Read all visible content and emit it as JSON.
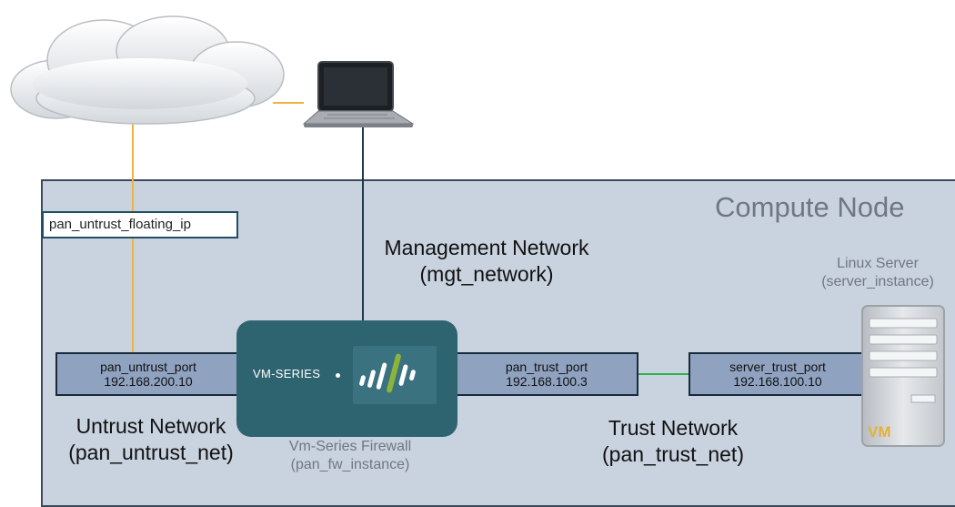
{
  "compute_node": {
    "title": "Compute Node"
  },
  "floating_ip": {
    "label": "pan_untrust_floating_ip"
  },
  "management": {
    "line1": "Management Network",
    "line2": "(mgt_network)"
  },
  "firewall": {
    "brand_text": "VM-SERIES",
    "name": "Vm-Series Firewall",
    "instance": "(pan_fw_instance)"
  },
  "ports": {
    "untrust": {
      "name": "pan_untrust_port",
      "ip": "192.168.200.10"
    },
    "trust": {
      "name": "pan_trust_port",
      "ip": "192.168.100.3"
    },
    "server": {
      "name": "server_trust_port",
      "ip": "192.168.100.10"
    }
  },
  "untrust_network": {
    "line1": "Untrust Network",
    "line2": "(pan_untrust_net)"
  },
  "trust_network": {
    "line1": "Trust Network",
    "line2": "(pan_trust_net)"
  },
  "server": {
    "title": "Linux Server",
    "instance": "(server_instance)",
    "badge": "VM"
  },
  "colors": {
    "compute_bg": "#c9d3df",
    "port_fill": "#8fa2c0",
    "firewall_fill": "#2e6470",
    "untrust_link": "#f2b33d",
    "mgmt_link": "#1e3a4a",
    "trust_link": "#2bb24c",
    "logo_accent": "#8cb43c"
  }
}
